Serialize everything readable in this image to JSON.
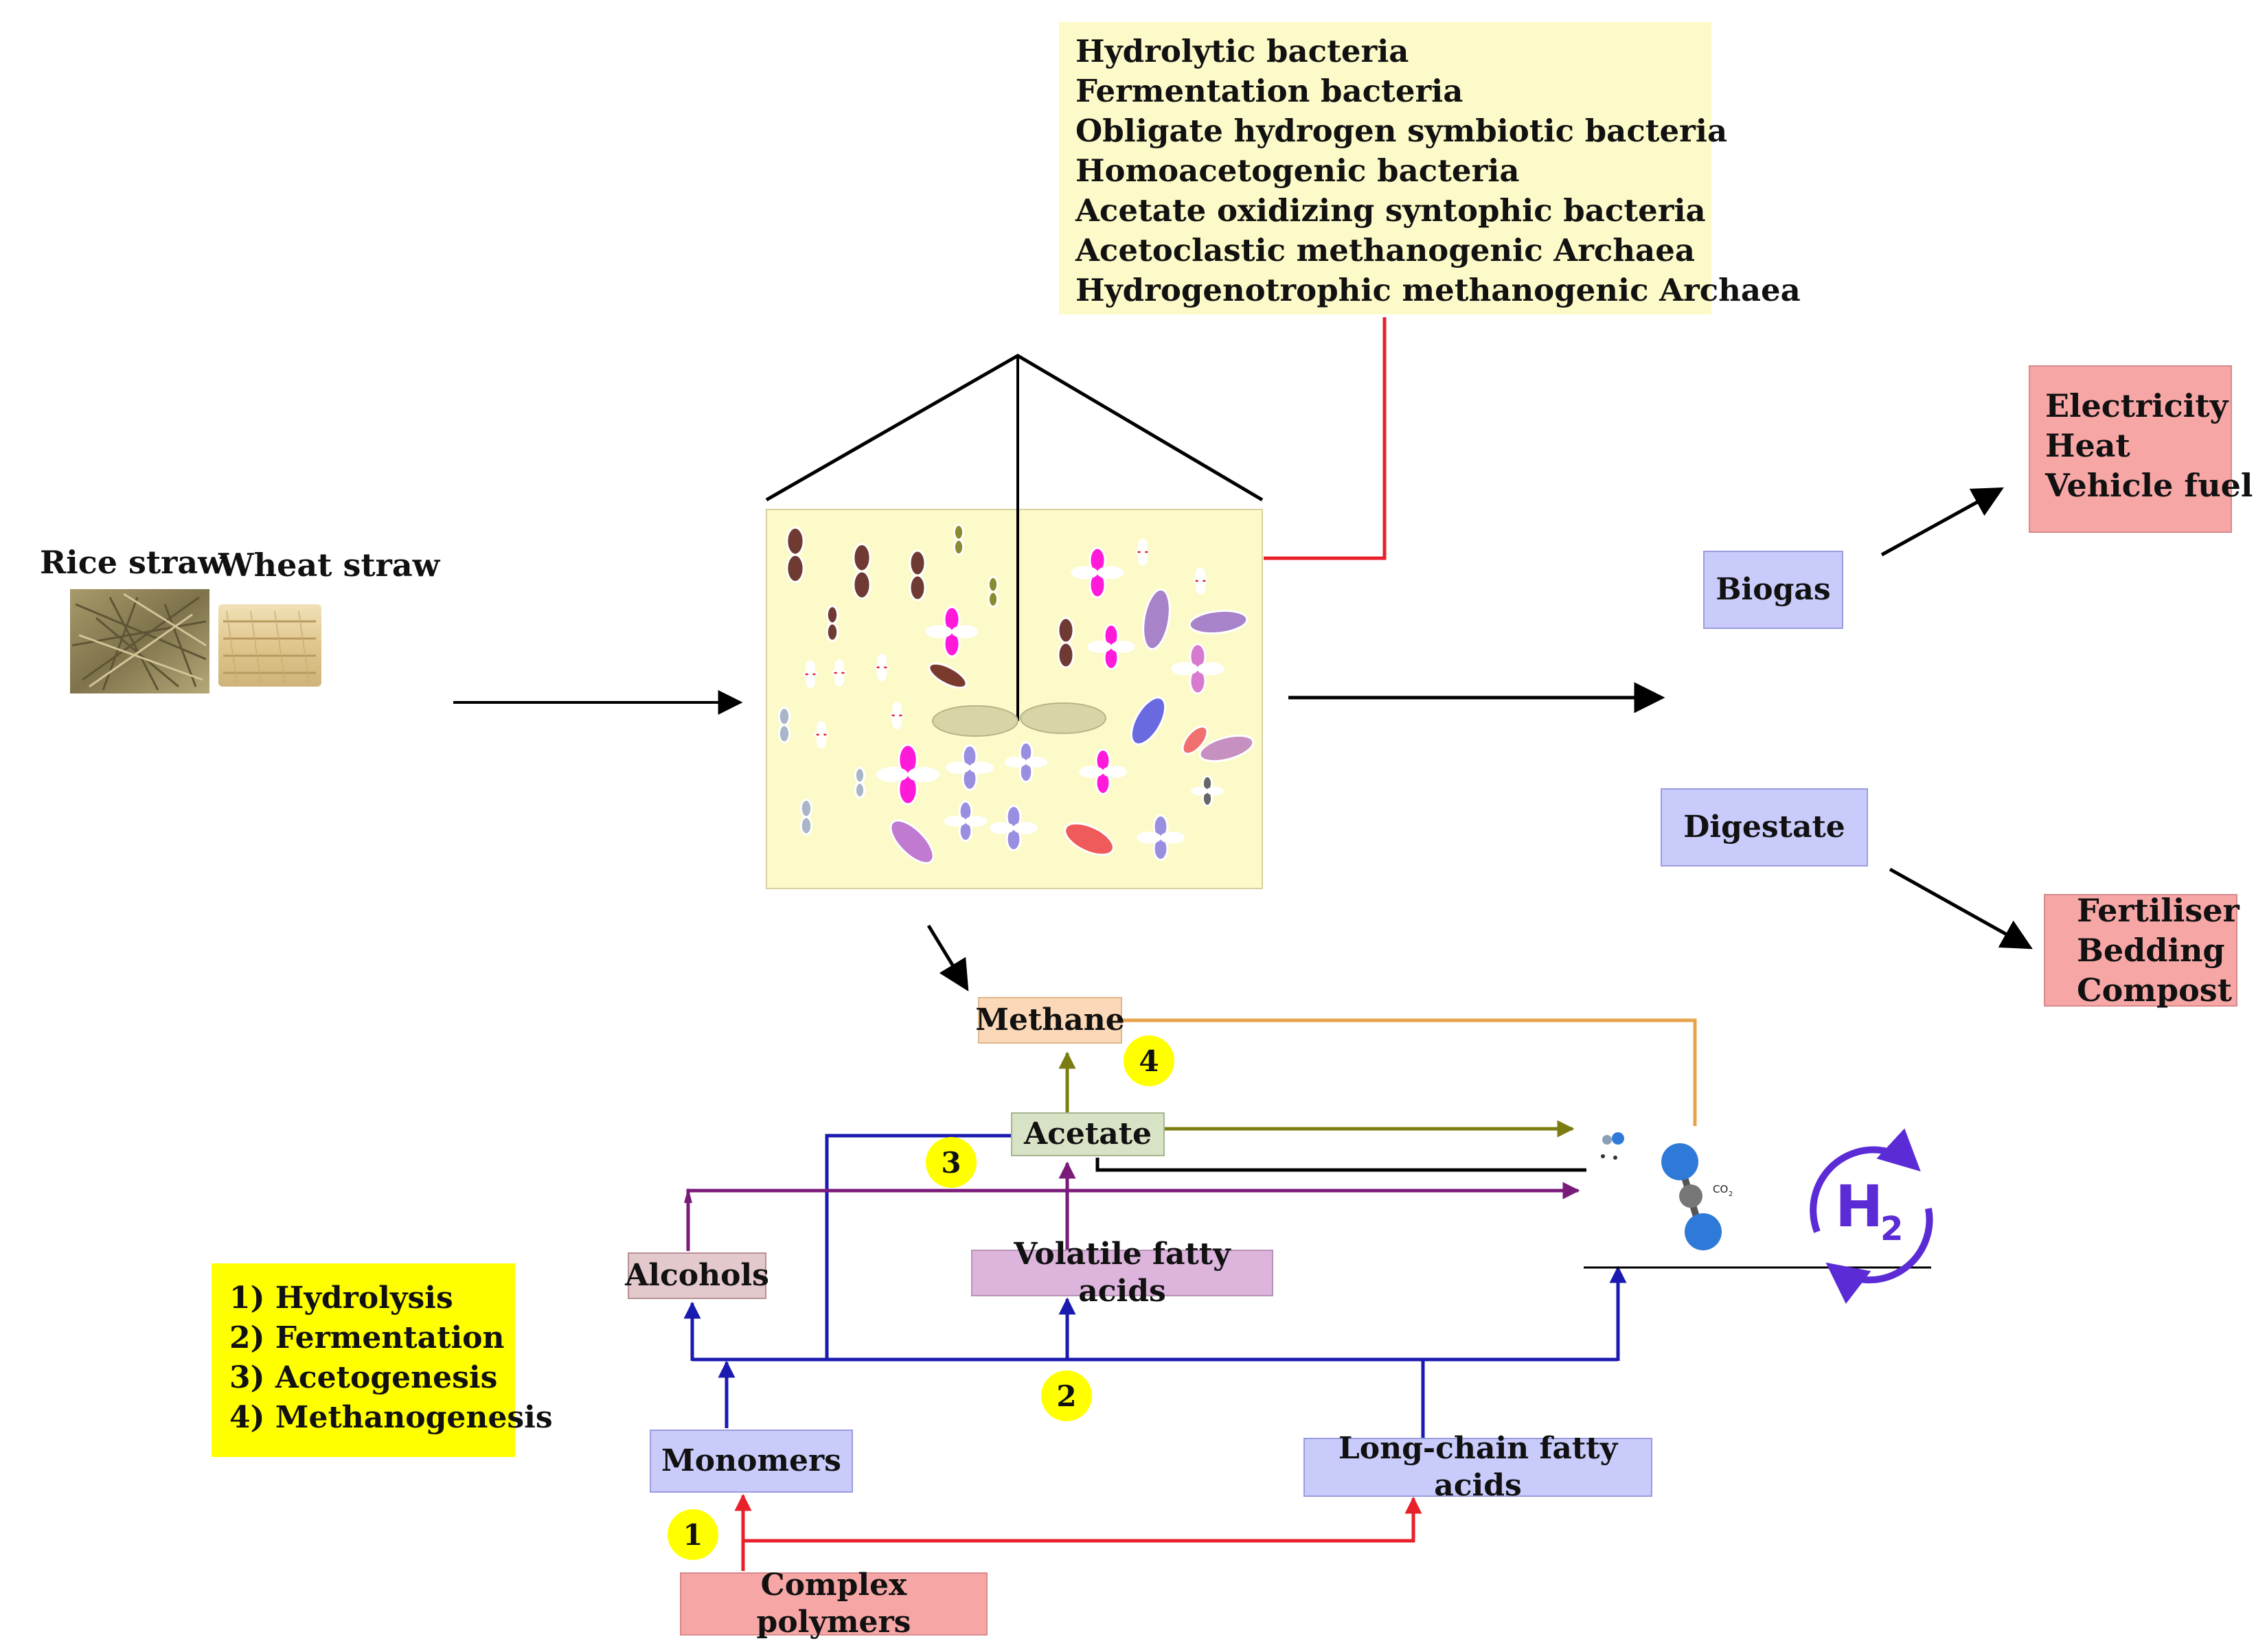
{
  "feedstock": {
    "rice_label": "Rice straw",
    "wheat_label": "Wheat straw"
  },
  "bacteria": [
    "Hydrolytic bacteria",
    "Fermentation bacteria",
    "Obligate hydrogen symbiotic bacteria",
    "Homoacetogenic bacteria",
    "Acetate oxidizing syntophic bacteria",
    "Acetoclastic methanogenic Archaea",
    "Hydrogenotrophic methanogenic Archaea"
  ],
  "outputs": {
    "biogas": "Biogas",
    "digestate": "Digestate",
    "biogas_uses": [
      "Electricity",
      "Heat",
      "Vehicle fuel"
    ],
    "digestate_uses": [
      "Fertiliser",
      "Bedding",
      "Compost"
    ]
  },
  "pathway": {
    "methane": "Methane",
    "acetate": "Acetate",
    "alcohols": "Alcohols",
    "vfa": "Volatile fatty acids",
    "monomers": "Monomers",
    "lcfa": "Long-chain fatty acids",
    "complex": "Complex polymers",
    "co2_label": "CO",
    "co2_sub": "2",
    "h2_label": "H",
    "h2_sub": "2"
  },
  "steps": [
    "1",
    "2",
    "3",
    "4"
  ],
  "legend": [
    "1) Hydrolysis",
    "2) Fermentation",
    "3) Acetogenesis",
    "4) Methanogenesis"
  ],
  "colors": {
    "arrow_red": "#e8202a",
    "arrow_blue": "#1a1ab0",
    "arrow_purple": "#7a1b7a",
    "arrow_olive": "#7b7d12",
    "arrow_orange": "#e8a24a",
    "h2_icon": "#5b2bd6"
  }
}
